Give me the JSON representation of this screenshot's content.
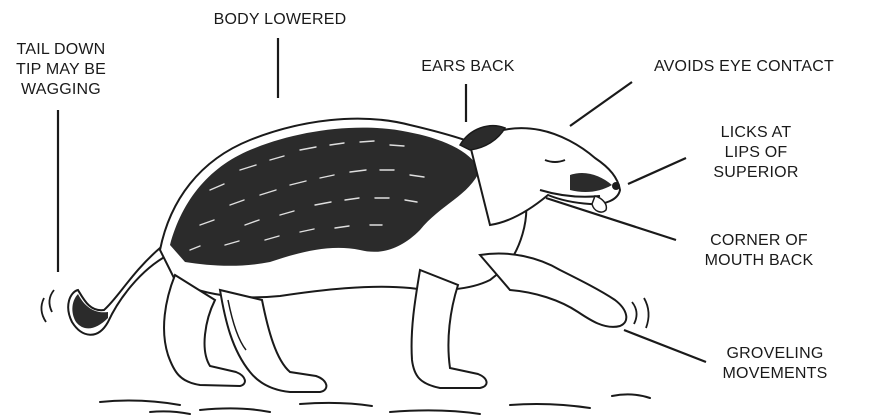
{
  "labels": {
    "tail": {
      "lines": [
        "TAIL DOWN",
        "TIP MAY BE",
        "WAGGING"
      ]
    },
    "body": {
      "lines": [
        "BODY LOWERED"
      ]
    },
    "ears": {
      "lines": [
        "EARS BACK"
      ]
    },
    "eye": {
      "lines": [
        "AVOIDS EYE CONTACT"
      ]
    },
    "licks": {
      "lines": [
        "LICKS AT",
        "LIPS OF",
        "SUPERIOR"
      ]
    },
    "mouth": {
      "lines": [
        "CORNER OF",
        "MOUTH BACK"
      ]
    },
    "groveling": {
      "lines": [
        "GROVELING",
        "MOVEMENTS"
      ]
    }
  },
  "illustration": {
    "subject": "submissive-dog-drawing",
    "ink_color": "#1a1a1a",
    "fur_color": "#2b2b2b"
  }
}
